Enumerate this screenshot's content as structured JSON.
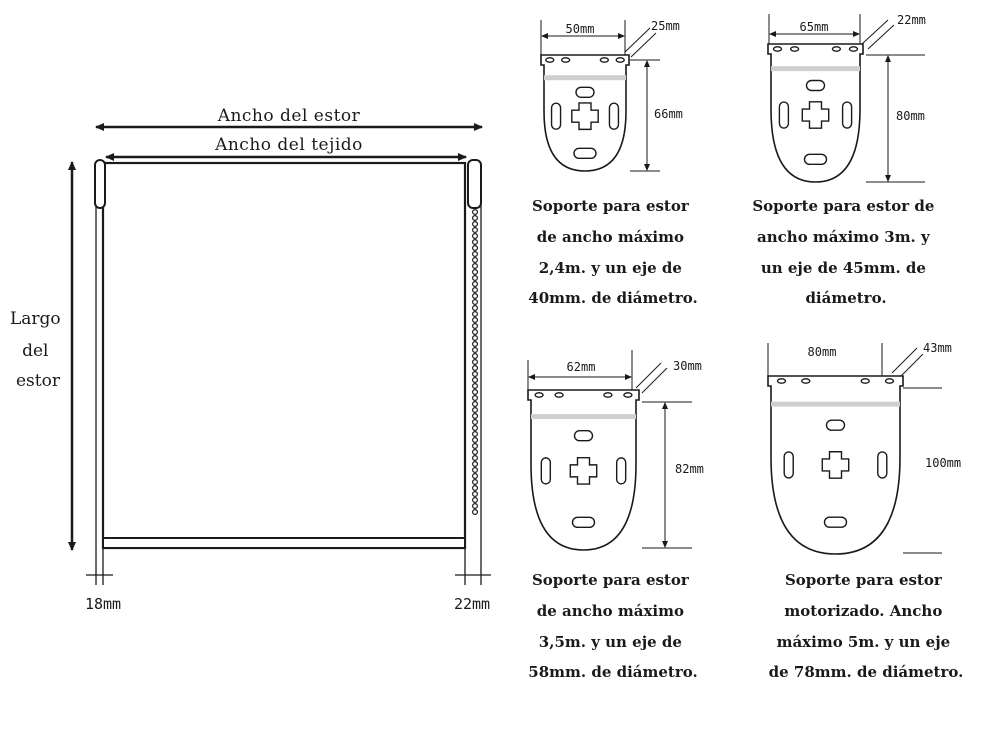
{
  "blind": {
    "width_label": "Ancho del estor",
    "fabric_label": "Ancho del tejido",
    "length_lines": [
      "Largo",
      "del",
      "estor"
    ],
    "left_offset": "18mm",
    "right_offset": "22mm"
  },
  "brackets": [
    {
      "width": "50mm",
      "depth": "25mm",
      "height": "66mm",
      "caption": [
        "Soporte para estor",
        "de ancho máximo",
        "2,4m. y un eje de",
        "40mm. de diámetro."
      ]
    },
    {
      "width": "65mm",
      "depth": "22mm",
      "height": "80mm",
      "caption": [
        "Soporte para estor de",
        "ancho máximo 3m. y",
        "un eje de 45mm. de",
        "diámetro."
      ]
    },
    {
      "width": "62mm",
      "depth": "30mm",
      "height": "82mm",
      "caption": [
        "Soporte para estor",
        "de ancho máximo",
        "3,5m. y un eje de",
        "58mm. de diámetro."
      ]
    },
    {
      "width": "80mm",
      "depth": "43mm",
      "height": "100mm",
      "caption": [
        "Soporte para estor",
        "motorizado. Ancho",
        "máximo 5m. y un eje",
        "de 78mm. de diámetro."
      ]
    }
  ]
}
